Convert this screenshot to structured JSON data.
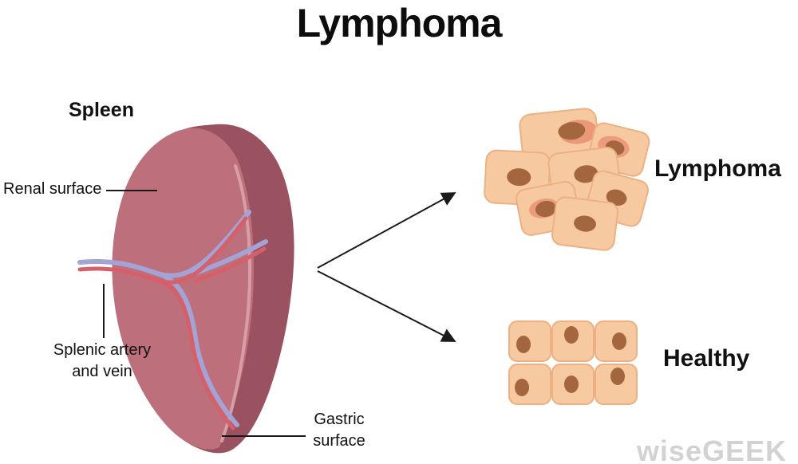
{
  "title": "Lymphoma",
  "spleen": {
    "label": "Spleen",
    "renal_surface": "Renal surface",
    "vessels_line1": "Splenic artery",
    "vessels_line2": "and vein",
    "gastric_line1": "Gastric",
    "gastric_line2": "surface"
  },
  "cells": {
    "lymphoma_label": "Lymphoma",
    "healthy_label": "Healthy"
  },
  "watermark": "wiseGEEK",
  "colors": {
    "spleen_body": "#bd6f7b",
    "spleen_fold": "#9a5160",
    "spleen_ridge": "#d9a3ab",
    "artery": "#d6606a",
    "vein": "#a3a3d6",
    "cell_fill": "#f7c9a1",
    "cell_border": "#edb083",
    "nucleus": "#a4673d",
    "patch": "#e2705a",
    "line": "#1a1a1a",
    "watermark": "#d2d2d2"
  }
}
